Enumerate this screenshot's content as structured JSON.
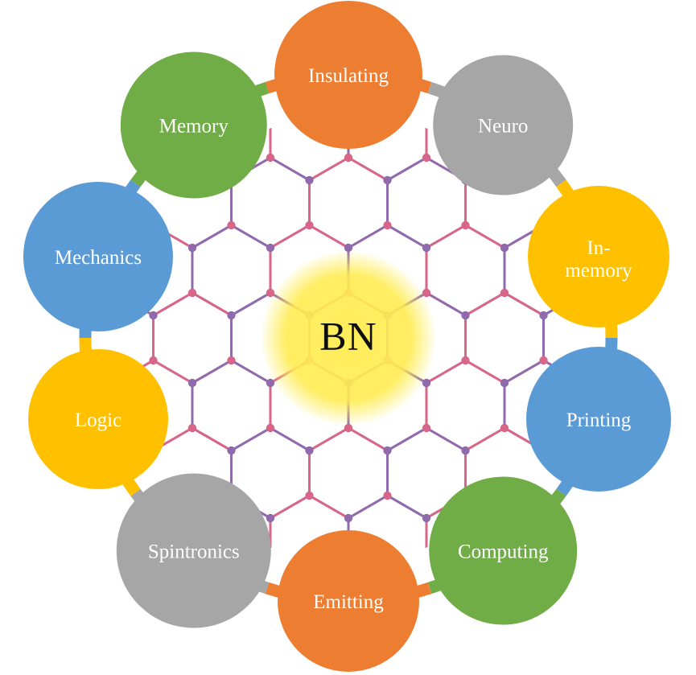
{
  "diagram": {
    "type": "radial-cycle",
    "center": {
      "label": "BN",
      "glow_color": "#FFEC52",
      "label_color": "#0D0D0D"
    },
    "lattice": {
      "name": "hexagonal-boron-nitride-lattice",
      "edge_colors": [
        "#D76689",
        "#8F6BAE"
      ],
      "dot_colors": [
        "#D76689",
        "#8F6BAE"
      ]
    },
    "nodes": [
      {
        "label": "Insulating",
        "color": "#ED7D31",
        "text_color": "#FFFFFF"
      },
      {
        "label": "Neuro",
        "color": "#A6A6A6",
        "text_color": "#FFFFFF"
      },
      {
        "label": "In-memory",
        "color": "#FFC000",
        "text_color": "#FFFFFF"
      },
      {
        "label": "Printing",
        "color": "#5B9BD5",
        "text_color": "#FFFFFF"
      },
      {
        "label": "Computing",
        "color": "#70AD47",
        "text_color": "#FFFFFF"
      },
      {
        "label": "Emitting",
        "color": "#ED7D31",
        "text_color": "#FFFFFF"
      },
      {
        "label": "Spintronics",
        "color": "#A6A6A6",
        "text_color": "#FFFFFF"
      },
      {
        "label": "Logic",
        "color": "#FFC000",
        "text_color": "#FFFFFF"
      },
      {
        "label": "Mechanics",
        "color": "#5B9BD5",
        "text_color": "#FFFFFF"
      },
      {
        "label": "Memory",
        "color": "#70AD47",
        "text_color": "#FFFFFF"
      }
    ]
  }
}
